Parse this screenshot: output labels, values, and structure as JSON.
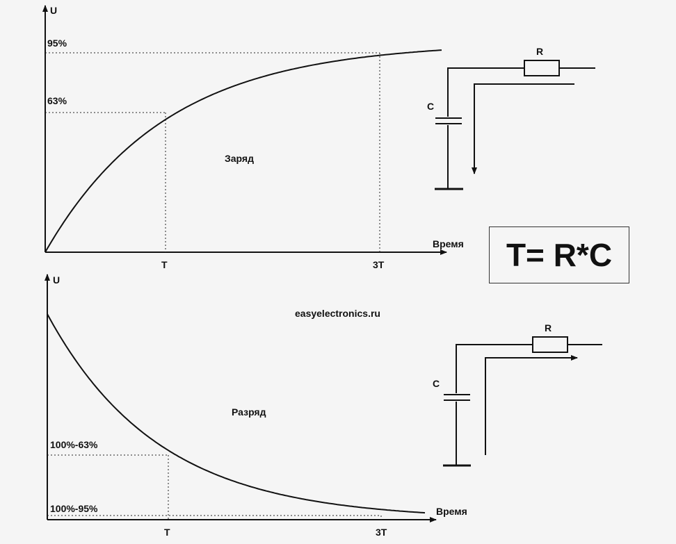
{
  "charge": {
    "title": "Заряд",
    "y_label": "U",
    "x_label": "Время",
    "ticks_x": [
      "T",
      "3T"
    ],
    "ticks_y": [
      "63%",
      "95%"
    ]
  },
  "discharge": {
    "title": "Разряд",
    "y_label": "U",
    "x_label": "Время",
    "ticks_x": [
      "T",
      "3T"
    ],
    "ticks_y": [
      "100%-63%",
      "100%-95%"
    ]
  },
  "circuit_charge": {
    "resistor": "R",
    "capacitor": "C"
  },
  "circuit_discharge": {
    "resistor": "R",
    "capacitor": "C"
  },
  "formula": "T= R*C",
  "watermark": "easyelectronics.ru",
  "curve_model": {
    "charge_fraction_at_T": 0.63,
    "charge_fraction_at_3T": 0.95
  }
}
